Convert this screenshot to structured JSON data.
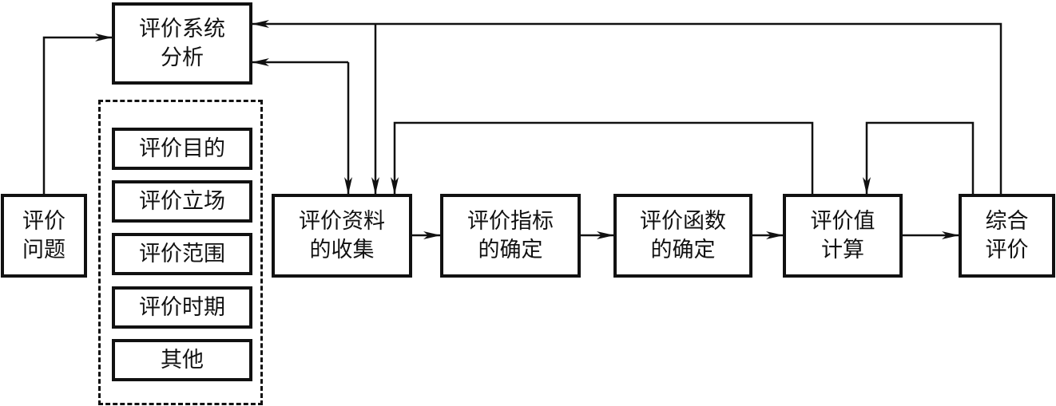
{
  "diagram": {
    "nodes": {
      "system_analysis": "评价系统\n分析",
      "problem": "评价\n问题",
      "purpose": "评价目的",
      "standpoint": "评价立场",
      "scope": "评价范围",
      "period": "评价时期",
      "other": "其他",
      "data_collection": "评价资料\n的收集",
      "indicator": "评价指标\n的确定",
      "function": "评价函数\n的确定",
      "value_calc": "评价值\n计算",
      "comprehensive": "综合\n评价"
    },
    "edges": [
      {
        "from": "problem",
        "to": "system_analysis"
      },
      {
        "from": "system_analysis",
        "to": "data_collection",
        "bidirectional": true
      },
      {
        "from": "comprehensive",
        "to": "system_analysis"
      },
      {
        "from": "comprehensive",
        "to": "data_collection"
      },
      {
        "from": "value_calc",
        "to": "data_collection"
      },
      {
        "from": "comprehensive",
        "to": "value_calc"
      },
      {
        "from": "data_collection",
        "to": "indicator"
      },
      {
        "from": "indicator",
        "to": "function"
      },
      {
        "from": "function",
        "to": "value_calc"
      },
      {
        "from": "value_calc",
        "to": "comprehensive"
      }
    ],
    "colors": {
      "line": "#111111",
      "background": "#ffffff"
    }
  }
}
